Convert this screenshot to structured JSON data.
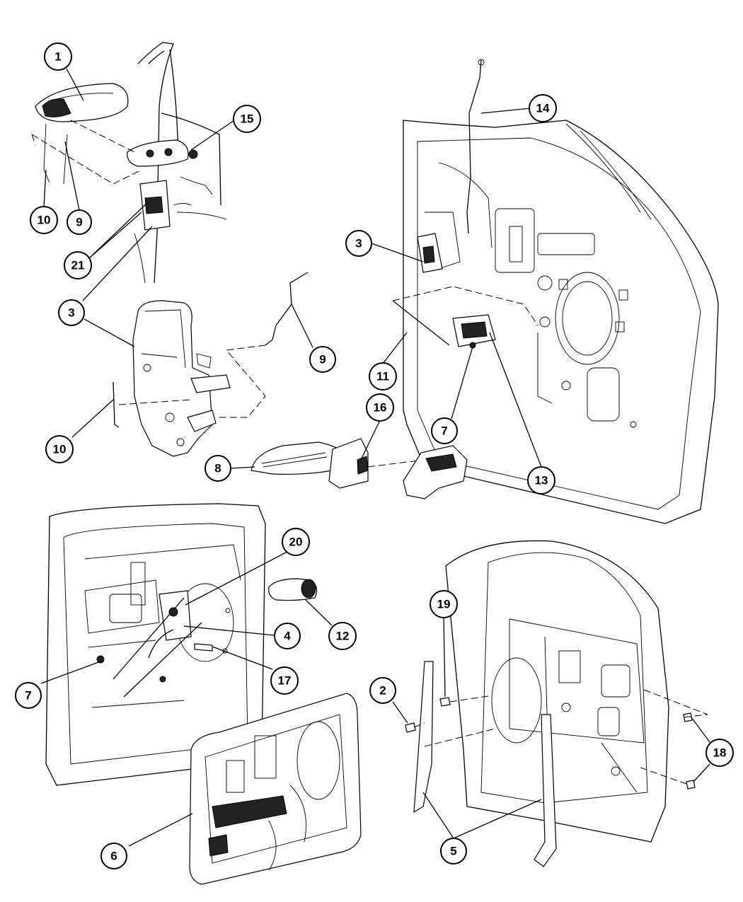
{
  "callouts": [
    {
      "id": "c1",
      "label": "1"
    },
    {
      "id": "c15",
      "label": "15"
    },
    {
      "id": "c10a",
      "label": "10"
    },
    {
      "id": "c9a",
      "label": "9"
    },
    {
      "id": "c21",
      "label": "21"
    },
    {
      "id": "c3a",
      "label": "3"
    },
    {
      "id": "c9b",
      "label": "9"
    },
    {
      "id": "c10b",
      "label": "10"
    },
    {
      "id": "c14",
      "label": "14"
    },
    {
      "id": "c3b",
      "label": "3"
    },
    {
      "id": "c11",
      "label": "11"
    },
    {
      "id": "c7a",
      "label": "7"
    },
    {
      "id": "c13",
      "label": "13"
    },
    {
      "id": "c16",
      "label": "16"
    },
    {
      "id": "c8",
      "label": "8"
    },
    {
      "id": "c20",
      "label": "20"
    },
    {
      "id": "c4",
      "label": "4"
    },
    {
      "id": "c12",
      "label": "12"
    },
    {
      "id": "c17",
      "label": "17"
    },
    {
      "id": "c7b",
      "label": "7"
    },
    {
      "id": "c6",
      "label": "6"
    },
    {
      "id": "c19",
      "label": "19"
    },
    {
      "id": "c2",
      "label": "2"
    },
    {
      "id": "c18",
      "label": "18"
    },
    {
      "id": "c5",
      "label": "5"
    }
  ]
}
